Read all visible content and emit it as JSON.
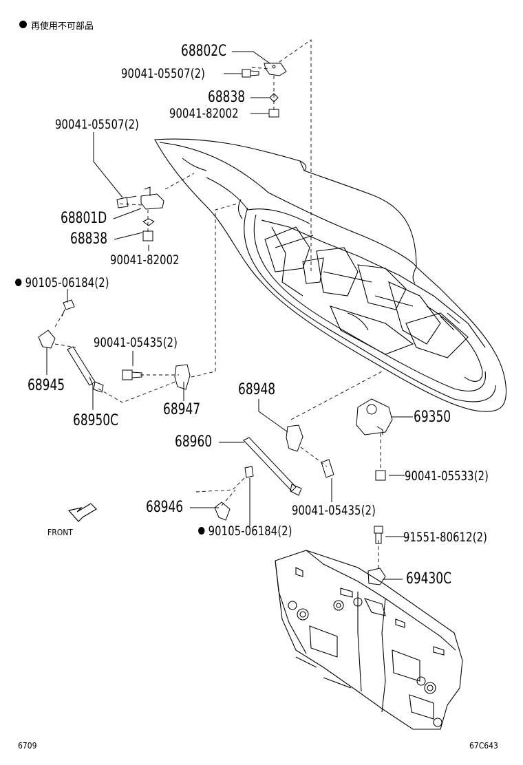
{
  "legend": {
    "bullet": "●",
    "text": "再使用不可部品"
  },
  "labels": {
    "p68802C": "68802C",
    "p90041_05507_top": "90041-05507(2)",
    "p68838_top": "68838",
    "p90041_82002_top": "90041-82002",
    "p90041_05507_left": "90041-05507(2)",
    "p68801D": "68801D",
    "p68838_left": "68838",
    "p90041_82002_left": "90041-82002",
    "p90105_06184_left": "90105-06184(2)",
    "p90041_05435_left": "90041-05435(2)",
    "p68945": "68945",
    "p68950C": "68950C",
    "p68947": "68947",
    "p68948": "68948",
    "p69350": "69350",
    "p68960": "68960",
    "p90041_05533": "90041-05533(2)",
    "p68946": "68946",
    "p90041_05435_right": "90041-05435(2)",
    "p90105_06184_bottom": "90105-06184(2)",
    "p91551_80612": "91551-80612(2)",
    "p69430C": "69430C"
  },
  "front": "FRONT",
  "footer": {
    "left": "6709",
    "right": "67C643"
  }
}
